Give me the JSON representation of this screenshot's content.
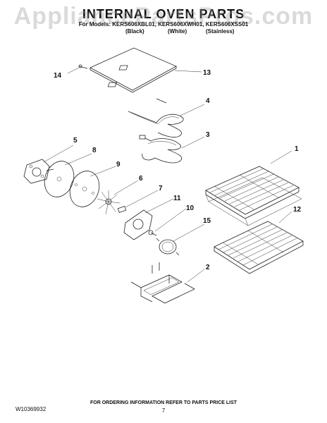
{
  "watermark": "AppliancePartsPros.com",
  "title": "INTERNAL OVEN PARTS",
  "models_line": "For Models: KERS606XBL01, KERS606XWH01, KERS606XSS01",
  "model_colors": [
    "(Black)",
    "(White)",
    "(Stainless)"
  ],
  "callouts": [
    "14",
    "13",
    "4",
    "3",
    "5",
    "8",
    "9",
    "6",
    "7",
    "11",
    "10",
    "15",
    "1",
    "12",
    "2"
  ],
  "footer": {
    "doc_number": "W10369932",
    "ordering_note": "FOR ORDERING INFORMATION REFER TO PARTS PRICE LIST",
    "page": "7"
  }
}
